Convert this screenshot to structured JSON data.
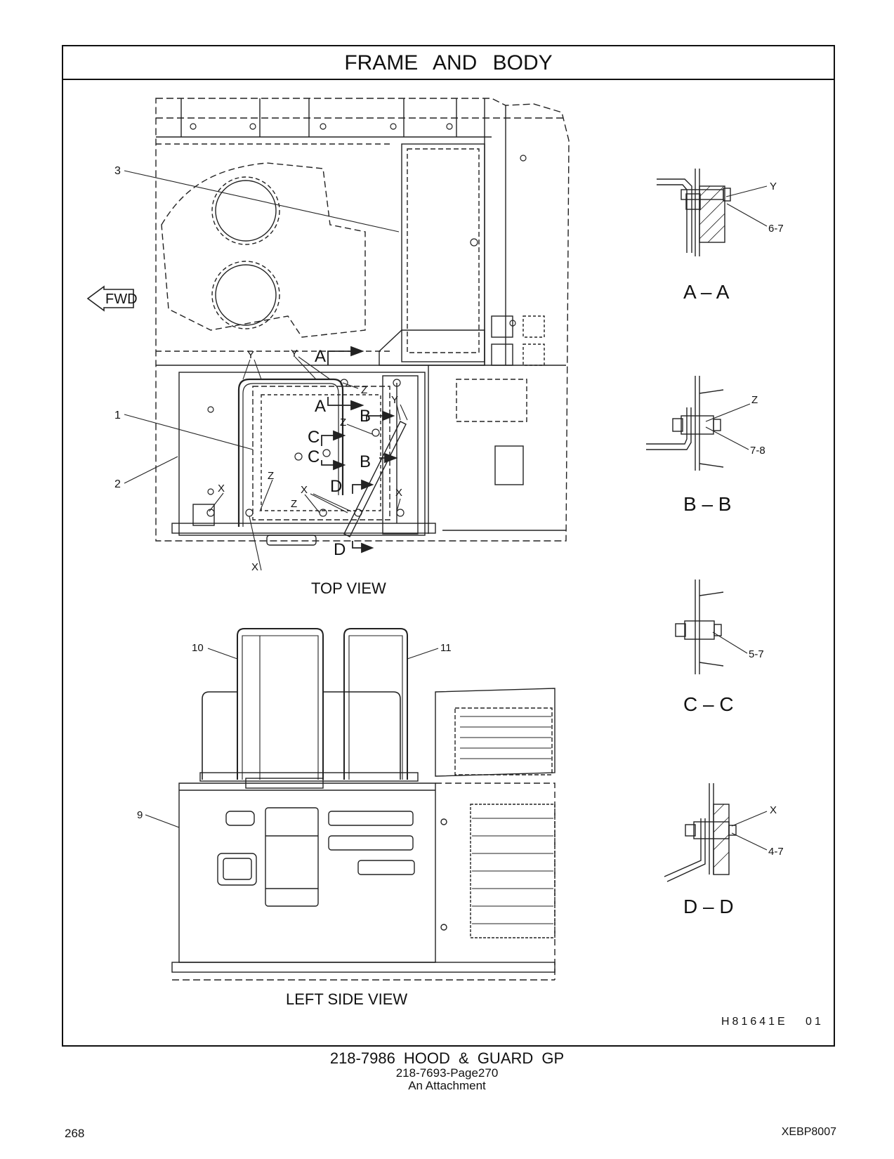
{
  "header": {
    "title": "FRAME AND BODY"
  },
  "views": {
    "top_view": "TOP VIEW",
    "left_side_view": "LEFT SIDE VIEW",
    "fwd": "FWD"
  },
  "sections": {
    "aa": "A – A",
    "bb": "B – B",
    "cc": "C – C",
    "dd": "D – D"
  },
  "callouts": {
    "c1": "1",
    "c2": "2",
    "c3": "3",
    "c9": "9",
    "c10": "10",
    "c11": "11",
    "aa_ref": "6-7",
    "bb_ref": "7-8",
    "cc_ref": "5-7",
    "dd_ref": "4-7",
    "x": "X",
    "y": "Y",
    "z": "Z",
    "a": "A",
    "b": "B",
    "c": "C",
    "d": "D"
  },
  "illustration_id": "H81641E   01",
  "footer": {
    "part_title": "218-7986 HOOD & GUARD GP",
    "page_ref": "218-7693-Page270",
    "attachment": "An Attachment",
    "page_number": "268",
    "doc_id": "XEBP8007"
  }
}
